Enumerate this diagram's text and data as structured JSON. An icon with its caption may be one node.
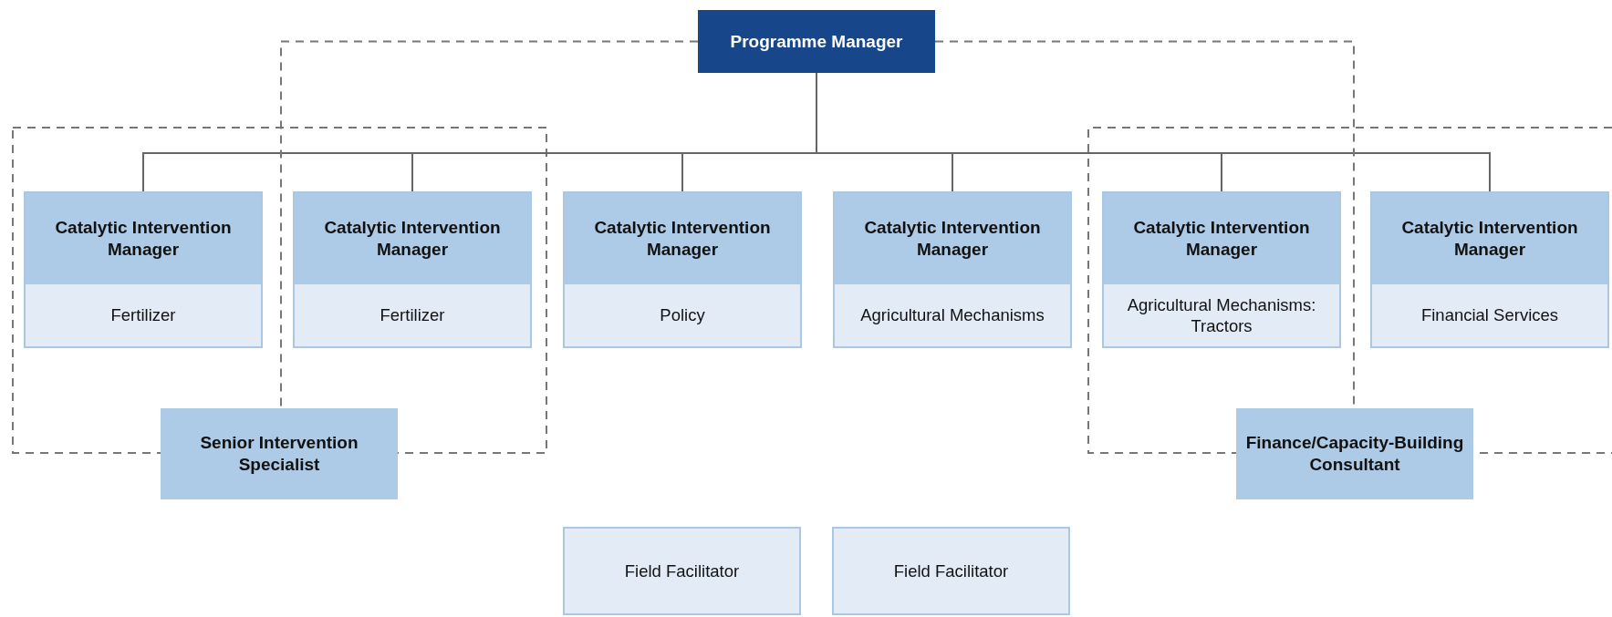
{
  "diagram": {
    "nodes": [
      {
        "text": [
          "Programme Manager"
        ]
      },
      {
        "text": [
          "Catalytic Intervention Manager",
          "Fertilizer"
        ]
      },
      {
        "text": [
          "Catalytic Intervention Manager",
          "Fertilizer"
        ]
      },
      {
        "text": [
          "Catalytic Intervention Manager",
          "Policy"
        ]
      },
      {
        "text": [
          "Catalytic Intervention Manager",
          "Agricultural Mechanisms"
        ]
      },
      {
        "text": [
          "Catalytic Intervention Manager",
          "Agricultural Mechanisms: Tractors"
        ]
      },
      {
        "text": [
          "Catalytic Intervention Manager",
          "Financial Services"
        ]
      },
      {
        "text": [
          "Senior Intervention Specialist"
        ]
      },
      {
        "text": [
          "Finance/Capacity-Building Consultant"
        ]
      },
      {
        "text": [
          "Field Facilitator"
        ]
      },
      {
        "text": [
          "Field Facilitator"
        ]
      }
    ],
    "edges": [
      {
        "from": 0,
        "to": 1,
        "arrow": "none"
      },
      {
        "from": 0,
        "to": 2,
        "arrow": "none"
      },
      {
        "from": 0,
        "to": 3,
        "arrow": "none"
      },
      {
        "from": 0,
        "to": 4,
        "arrow": "none"
      },
      {
        "from": 0,
        "to": 5,
        "arrow": "none"
      },
      {
        "from": 0,
        "to": 6,
        "arrow": "none"
      },
      {
        "from": 0,
        "to": 7,
        "arrow": "none",
        "style": "dashed"
      },
      {
        "from": 0,
        "to": 8,
        "arrow": "none",
        "style": "dashed"
      }
    ]
  }
}
